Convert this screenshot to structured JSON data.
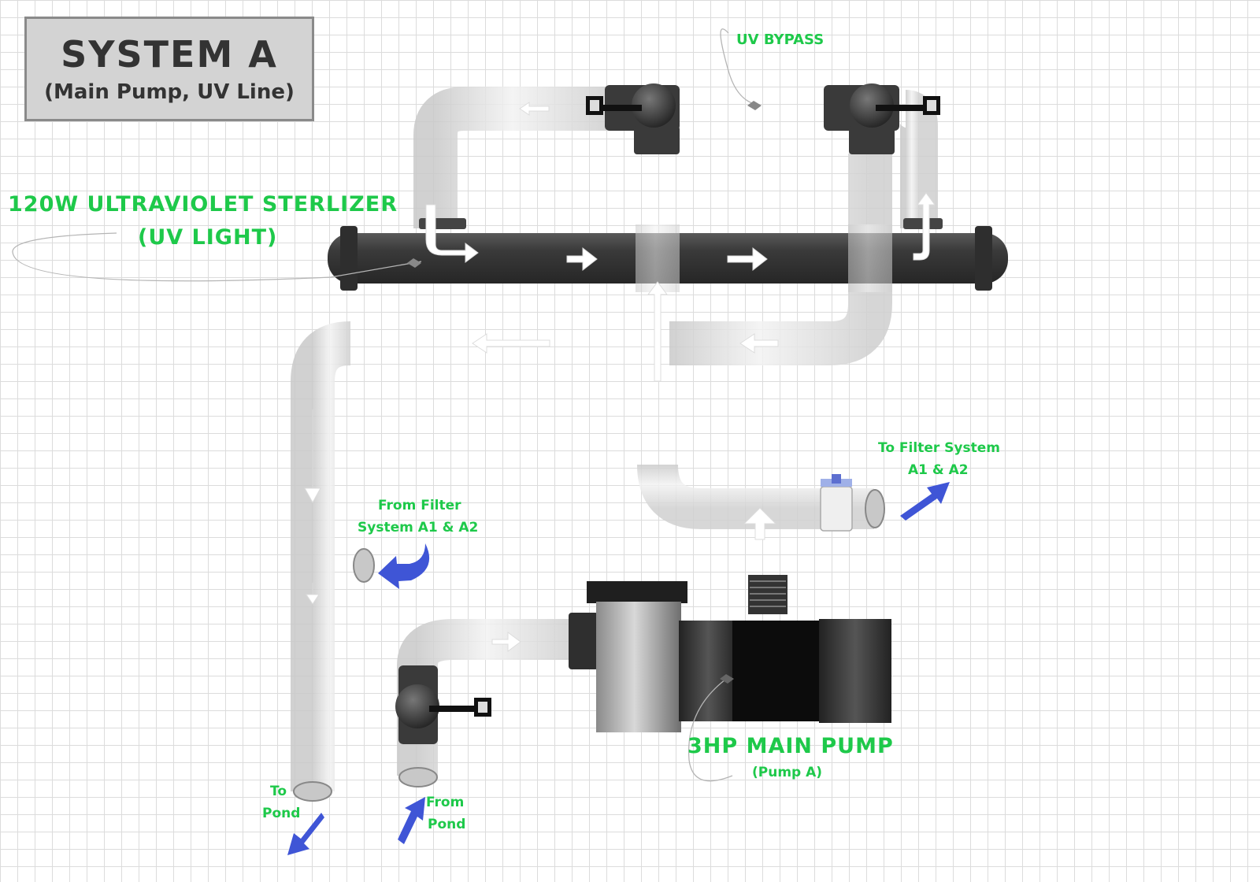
{
  "title": {
    "main": "SYSTEM A",
    "sub": "(Main Pump, UV Line)"
  },
  "labels": {
    "uv_bypass": "UV BYPASS",
    "uv_sterilizer_line1": "120W ULTRAVIOLET STERLIZER",
    "uv_sterilizer_line2": "(UV LIGHT)",
    "to_filter_line1": "To Filter System",
    "to_filter_line2": "A1 & A2",
    "from_filter_line1": "From Filter",
    "from_filter_line2": "System A1 & A2",
    "main_pump_line1": "3HP MAIN PUMP",
    "main_pump_line2": "(Pump A)",
    "to_pond_line1": "To",
    "to_pond_line2": "Pond",
    "from_pond_line1": "From",
    "from_pond_line2": "Pond"
  },
  "colors": {
    "label_green": "#1ec94a",
    "pipe_light": "#e6e6e6",
    "pipe_shade": "#c8c8c8",
    "equipment_dark": "#3c3c3c",
    "flow_arrow_blue": "#3f55d6"
  }
}
